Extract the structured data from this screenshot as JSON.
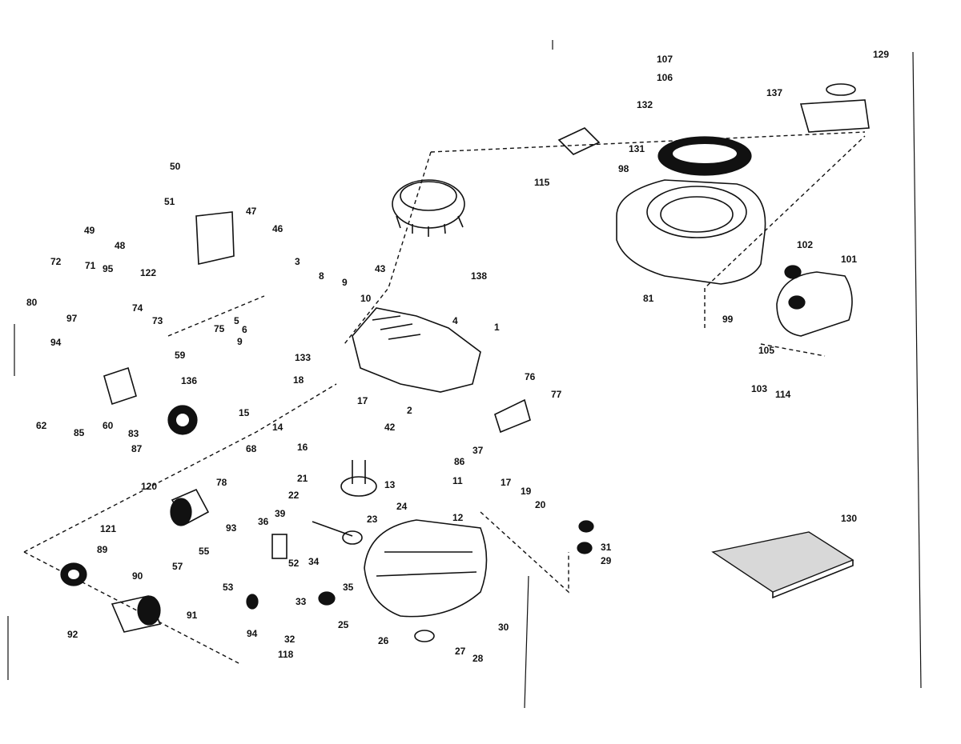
{
  "callouts": [
    "129",
    "107",
    "106",
    "137",
    "132",
    "131",
    "115",
    "98",
    "102",
    "101",
    "81",
    "99",
    "105",
    "103",
    "114",
    "50",
    "51",
    "47",
    "49",
    "46",
    "48",
    "72",
    "71",
    "95",
    "122",
    "3",
    "8",
    "9",
    "43",
    "138",
    "80",
    "97",
    "74",
    "73",
    "10",
    "5",
    "4",
    "1",
    "94",
    "75",
    "6",
    "9",
    "59",
    "133",
    "18",
    "136",
    "76",
    "77",
    "62",
    "85",
    "60",
    "83",
    "87",
    "15",
    "14",
    "17",
    "2",
    "42",
    "37",
    "86",
    "68",
    "16",
    "21",
    "22",
    "120",
    "13",
    "11",
    "17",
    "19",
    "20",
    "78",
    "39",
    "93",
    "36",
    "12",
    "24",
    "23",
    "121",
    "89",
    "55",
    "52",
    "34",
    "31",
    "29",
    "57",
    "90",
    "53",
    "35",
    "33",
    "91",
    "94",
    "92",
    "32",
    "118",
    "25",
    "26",
    "27",
    "28",
    "30",
    "130"
  ]
}
